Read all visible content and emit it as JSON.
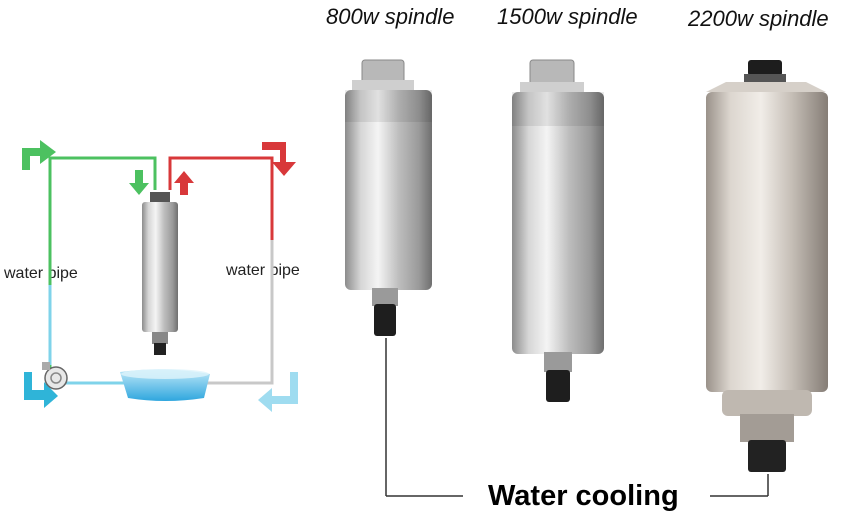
{
  "spindles": [
    {
      "label": "800w spindle"
    },
    {
      "label": "1500w spindle"
    },
    {
      "label": "2200w spindle"
    }
  ],
  "diagram": {
    "left_pipe_label": "water pipe",
    "right_pipe_label": "water pipe"
  },
  "caption": "Water cooling",
  "colors": {
    "inlet_green": "#4cc160",
    "outlet_red": "#d8383a",
    "return_cyan": "#3cb8d8",
    "pipe_grey": "#c8c8c8"
  }
}
